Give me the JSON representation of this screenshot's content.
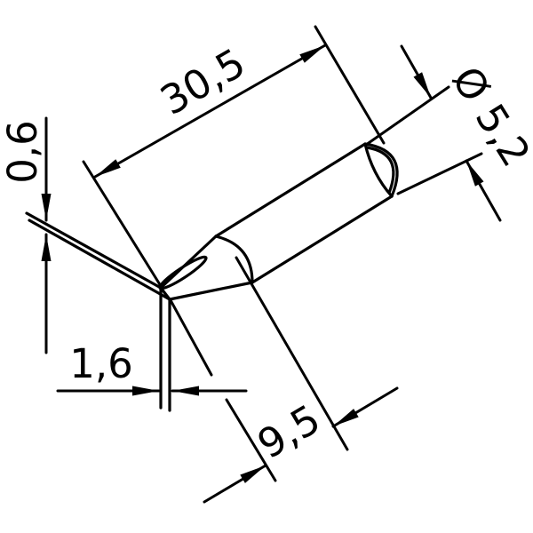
{
  "colors": {
    "ink": "#000000",
    "background": "#ffffff"
  },
  "diagram": {
    "type": "technical-drawing",
    "subject": "chisel-shaped soldering tip with dimension annotations",
    "dimensions": {
      "overall_length": "30,5",
      "shaft_diameter": "Ø 5,2",
      "blade_thickness": "0,6",
      "blade_width": "1,6",
      "cone_length": "9,5"
    }
  }
}
